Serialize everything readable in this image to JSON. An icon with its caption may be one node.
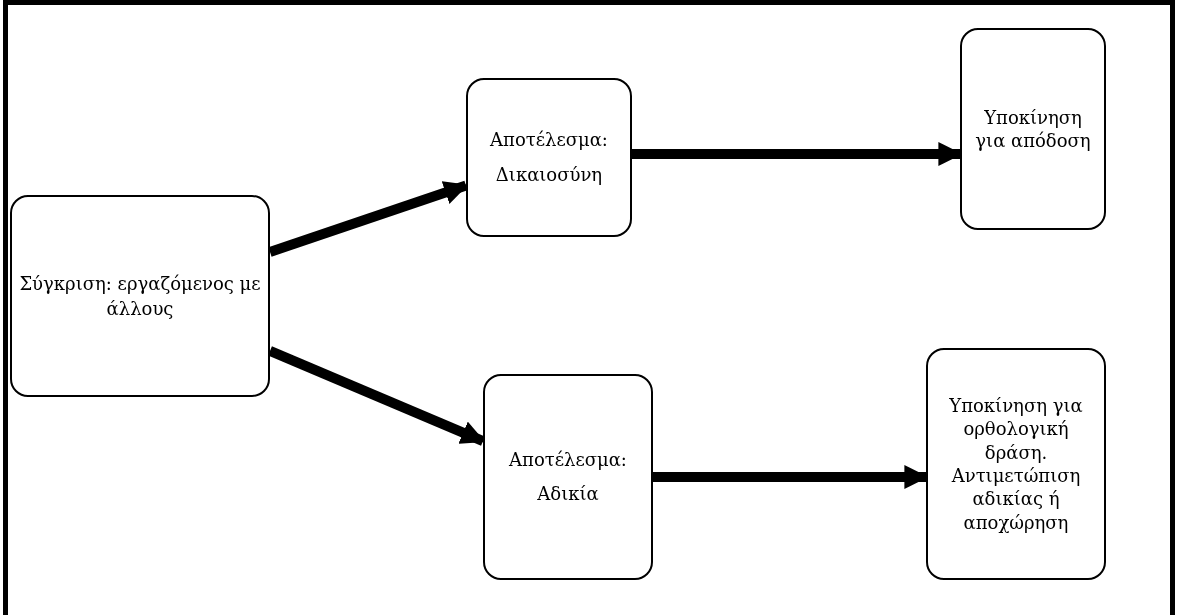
{
  "diagram": {
    "nodes": [
      {
        "text": [
          "Σύγκριση: εργαζόμενος με άλλους"
        ]
      },
      {
        "text": [
          "Αποτέλεσμα: Δικαιοσύνη"
        ]
      },
      {
        "text": [
          "Υποκίνηση για απόδοση"
        ]
      },
      {
        "text": [
          "Αποτέλεσμα: Αδικία"
        ]
      },
      {
        "text": [
          "Υποκίνηση για ορθολογική δράση. Αντιμετώπιση αδικίας ή αποχώρηση"
        ]
      }
    ],
    "edges": [
      {
        "from": 0,
        "to": 1,
        "arrow": "to"
      },
      {
        "from": 0,
        "to": 3,
        "arrow": "to"
      },
      {
        "from": 1,
        "to": 2,
        "arrow": "to"
      },
      {
        "from": 3,
        "to": 4,
        "arrow": "to"
      }
    ]
  }
}
